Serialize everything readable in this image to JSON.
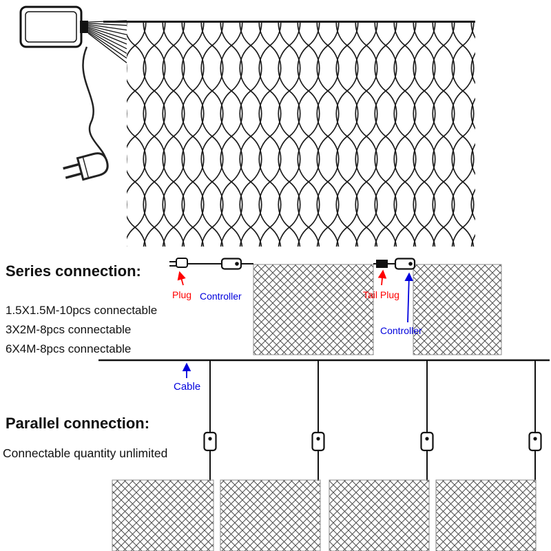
{
  "colors": {
    "red": "#ff0000",
    "blue": "#0000dd",
    "line": "#1a1a1a"
  },
  "icons": {
    "adapter": "power-adapter-icon",
    "plug_large": "power-plug-icon",
    "plug_small": "plug-icon",
    "controller": "controller-icon",
    "tail_plug": "tail-plug-icon",
    "net": "net-mesh-panel"
  },
  "series": {
    "title": "Series connection:",
    "specs": [
      "1.5X1.5M-10pcs connectable",
      "3X2M-8pcs connectable",
      "6X4M-8pcs connectable"
    ],
    "labels": {
      "plug": "Plug",
      "controller1": "Controller",
      "tail_plug": "Tail Plug",
      "controller2": "Controller"
    }
  },
  "parallel": {
    "title": "Parallel connection:",
    "subtitle": "Connectable quantity unlimited",
    "cable_label": "Cable"
  }
}
